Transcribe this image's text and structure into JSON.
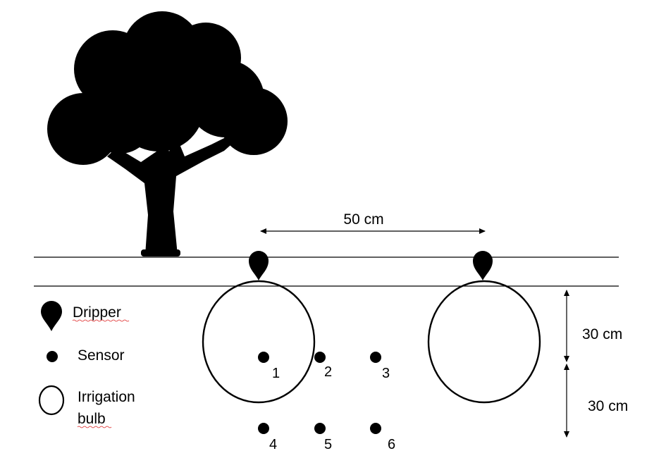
{
  "dimension_labels": {
    "spacing": "50 cm",
    "depth_upper": "30 cm",
    "depth_lower": "30 cm"
  },
  "legend": {
    "dripper": "Dripper",
    "sensor": "Sensor",
    "bulb_line1": "Irrigation",
    "bulb_line2": "bulb"
  },
  "sensors": [
    {
      "label": "1"
    },
    {
      "label": "2"
    },
    {
      "label": "3"
    },
    {
      "label": "4"
    },
    {
      "label": "5"
    },
    {
      "label": "6"
    }
  ],
  "icons": {
    "tree": "tree-icon",
    "dripper": "dripper-icon",
    "sensor": "sensor-dot-icon",
    "bulb": "irrigation-bulb-icon"
  }
}
